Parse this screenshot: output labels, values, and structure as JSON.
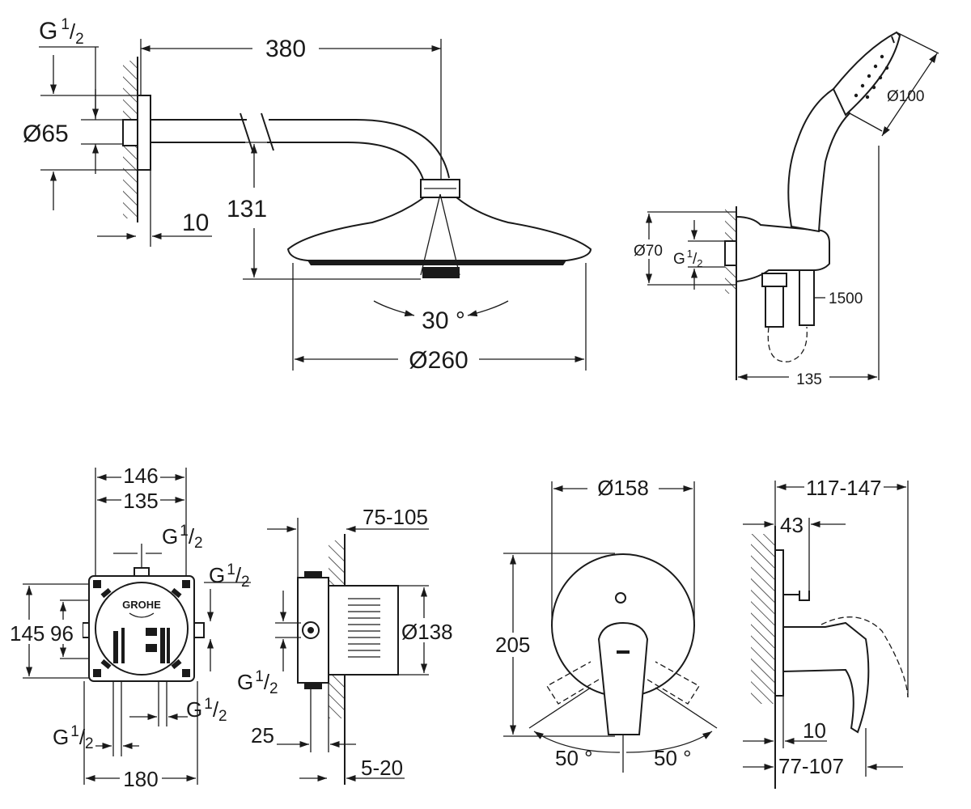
{
  "head_shower": {
    "thread": "G",
    "thread_sup": "1",
    "thread_sub": "2",
    "arm_length": "380",
    "flange_diameter": "Ø65",
    "flange_depth": "10",
    "drop_height": "131",
    "tilt_angle": "30 °",
    "head_diameter": "Ø260"
  },
  "hand_shower": {
    "head_diameter": "Ø100",
    "elbow_diameter": "Ø70",
    "thread": "G",
    "thread_sup": "1",
    "thread_sub": "2",
    "hose_length": "1500",
    "projection": "135"
  },
  "rough_in_box": {
    "width_outer": "146",
    "width_inner": "135",
    "thread_top": "G",
    "thread_top_sup": "1",
    "thread_top_sub": "2",
    "thread_right": "G",
    "thread_right_sup": "1",
    "thread_right_sub": "2",
    "height_outer": "145",
    "height_inner": "96",
    "thread_bottom_right": "G",
    "thread_bottom_right_sup": "1",
    "thread_bottom_right_sub": "2",
    "thread_bottom_left": "G",
    "thread_bottom_left_sup": "1",
    "thread_bottom_left_sub": "2",
    "overall_width": "180",
    "brand_logo": "GROHE"
  },
  "rough_in_side": {
    "install_depth": "75-105",
    "body_diameter": "Ø138",
    "thread": "G",
    "thread_sup": "1",
    "thread_sub": "2",
    "offset": "25",
    "tile_range": "5-20"
  },
  "mixer_front": {
    "plate_diameter": "Ø158",
    "height": "205",
    "angle_left": "50 °",
    "angle_right": "50 °"
  },
  "mixer_side": {
    "projection": "117-147",
    "diverter_depth": "43",
    "plate_depth": "10",
    "lever_range": "77-107"
  }
}
